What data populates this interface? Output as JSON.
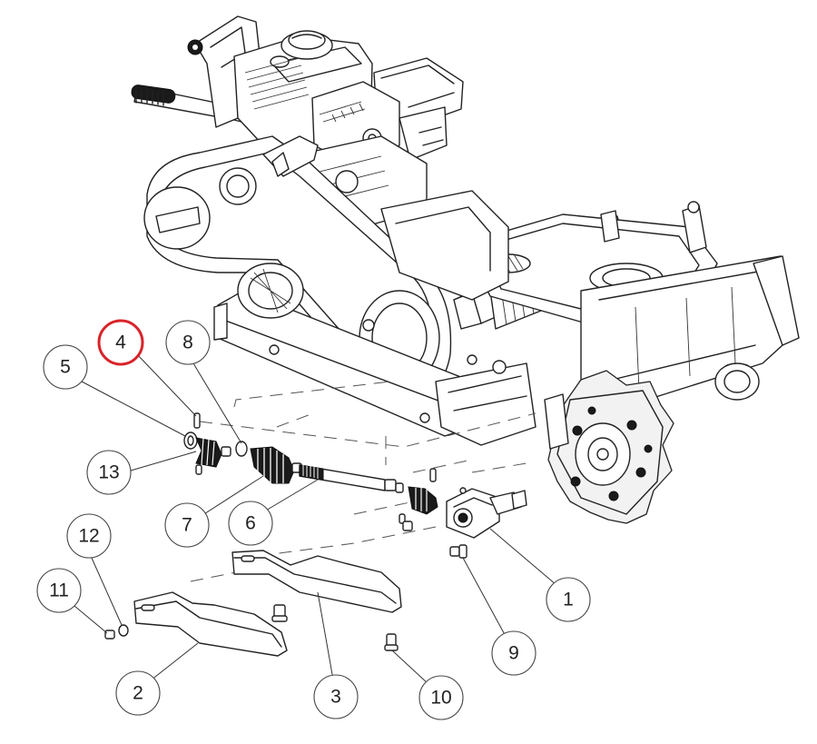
{
  "callouts": [
    {
      "id": "1",
      "label": "1"
    },
    {
      "id": "2",
      "label": "2"
    },
    {
      "id": "3",
      "label": "3"
    },
    {
      "id": "4",
      "label": "4",
      "highlighted": true
    },
    {
      "id": "5",
      "label": "5"
    },
    {
      "id": "6",
      "label": "6"
    },
    {
      "id": "7",
      "label": "7"
    },
    {
      "id": "8",
      "label": "8"
    },
    {
      "id": "9",
      "label": "9"
    },
    {
      "id": "10",
      "label": "10"
    },
    {
      "id": "11",
      "label": "11"
    },
    {
      "id": "12",
      "label": "12"
    },
    {
      "id": "13",
      "label": "13"
    }
  ],
  "colors": {
    "highlight_ring": "#d9232a",
    "line": "#222222",
    "background": "#ffffff"
  }
}
